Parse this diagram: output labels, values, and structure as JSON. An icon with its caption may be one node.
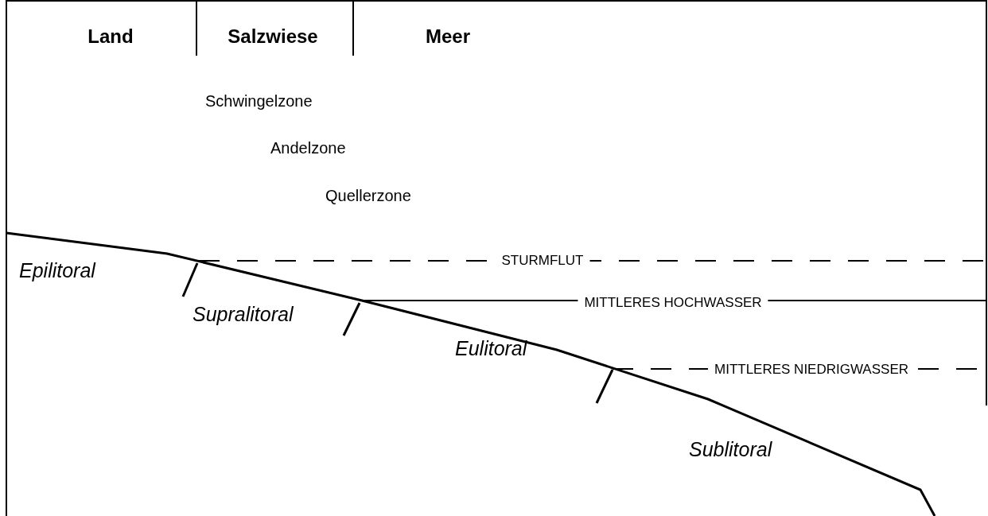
{
  "diagram": {
    "labels": [
      "Land",
      "Salzwiese",
      "Meer",
      "Schwingelzone",
      "Andelzone",
      "Quellerzone",
      "Epilitoral",
      "STURMFLUT",
      "Supralitoral",
      "MITTLERES HOCHWASSER",
      "Eulitoral",
      "MITTLERES NIEDRIGWASSER",
      "Sublitoral"
    ]
  }
}
